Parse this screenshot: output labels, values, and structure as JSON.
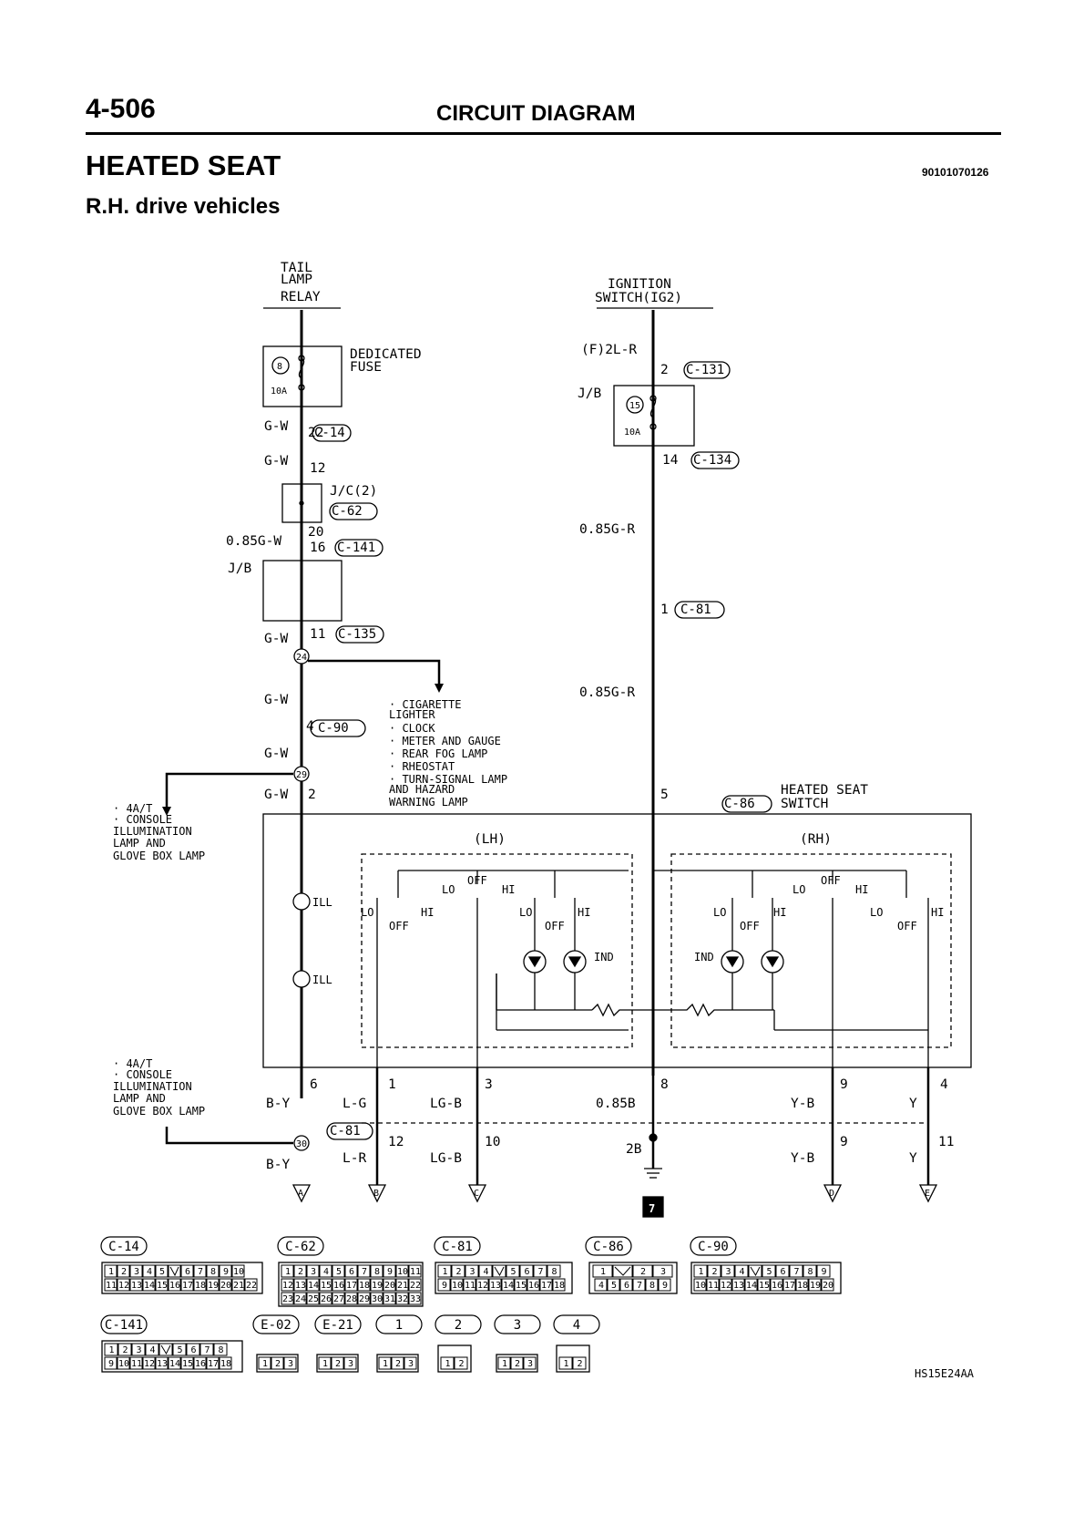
{
  "header": {
    "page_number": "4-506",
    "section_title": "CIRCUIT DIAGRAM",
    "title": "HEATED SEAT",
    "subtitle": "R.H. drive vehicles",
    "doc_number": "90101070126"
  },
  "labels": {
    "tail_lamp_relay": [
      "TAIL",
      "LAMP",
      "RELAY"
    ],
    "ignition_switch": [
      "IGNITION",
      "SWITCH(IG2)"
    ],
    "dedicated_fuse": [
      "DEDICATED",
      "FUSE"
    ],
    "fuse_left_no": "8",
    "fuse_left_rating": "10A",
    "fuse_right_no": "15",
    "fuse_right_rating": "10A",
    "jb": "J/B",
    "jc2": "J/C(2)",
    "heated_seat_switch": [
      "HEATED SEAT",
      "SWITCH"
    ],
    "lh": "(LH)",
    "rh": "(RH)",
    "lo": "LO",
    "hi": "HI",
    "off": "OFF",
    "ind": "IND",
    "ill": "ILL",
    "ground_no": "7",
    "ground_wire": "2B",
    "splice_24": "24",
    "splice_29": "29",
    "splice_30": "30",
    "feeds_list": [
      "· CIGARETTE",
      "  LIGHTER",
      "· CLOCK",
      "· METER AND GAUGE",
      "· REAR FOG LAMP",
      "· RHEOSTAT",
      "· TURN-SIGNAL LAMP",
      "  AND HAZARD",
      "  WARNING LAMP"
    ],
    "console_top": [
      "· 4A/T",
      "· CONSOLE",
      "  ILLUMINATION",
      "  LAMP AND",
      "  GLOVE BOX LAMP"
    ],
    "console_bottom": [
      "· 4A/T",
      "· CONSOLE",
      "  ILLUMINATION",
      "  LAMP AND",
      "  GLOVE BOX LAMP"
    ],
    "figure_code": "HS15E24AA"
  },
  "wires": {
    "gw": "G-W",
    "gw085": "0.85G-W",
    "f2lr": "(F)2L-R",
    "gr085": "0.85G-R",
    "by": "B-Y",
    "lg": "L-G",
    "lr": "L-R",
    "lgb": "LG-B",
    "b085": "0.85B",
    "yb": "Y-B",
    "y": "Y"
  },
  "pins": {
    "p22": "22",
    "p12": "12",
    "p20": "20",
    "p16": "16",
    "p11": "11",
    "p4": "4",
    "p2": "2",
    "r2": "2",
    "r14": "14",
    "r1": "1",
    "r5": "5",
    "b6": "6",
    "b1": "1",
    "b3": "3",
    "b8": "8",
    "b9": "9",
    "b4": "4",
    "c12": "12",
    "c10": "10",
    "c9": "9",
    "c11": "11"
  },
  "connectors": {
    "c14": "C-14",
    "c62": "C-62",
    "c141": "C-141",
    "c135": "C-135",
    "c90": "C-90",
    "c131": "C-131",
    "c134": "C-134",
    "c81": "C-81",
    "c86": "C-86",
    "e02": "E-02",
    "e21": "E-21",
    "n1": "1",
    "n2": "2",
    "n3": "3",
    "n4": "4"
  },
  "destinations": [
    "A",
    "B",
    "C",
    "D",
    "E"
  ],
  "connector_faces": {
    "c14_top": [
      "1",
      "2",
      "3",
      "4",
      "5",
      "",
      "6",
      "7",
      "8",
      "9",
      "10"
    ],
    "c14_bot": [
      "11",
      "12",
      "13",
      "14",
      "15",
      "16",
      "17",
      "18",
      "19",
      "20",
      "21",
      "22"
    ],
    "c62_r1": [
      "1",
      "2",
      "3",
      "4",
      "5",
      "6",
      "7",
      "8",
      "9",
      "10",
      "11"
    ],
    "c62_r2": [
      "12",
      "13",
      "14",
      "15",
      "16",
      "17",
      "18",
      "19",
      "20",
      "21",
      "22"
    ],
    "c62_r3": [
      "23",
      "24",
      "25",
      "26",
      "27",
      "28",
      "29",
      "30",
      "31",
      "32",
      "33"
    ],
    "c81_top": [
      "1",
      "2",
      "3",
      "4",
      "",
      "5",
      "6",
      "7",
      "8"
    ],
    "c81_bot": [
      "9",
      "10",
      "11",
      "12",
      "13",
      "14",
      "15",
      "16",
      "17",
      "18"
    ],
    "c86_top": [
      "1",
      "",
      "2",
      "3"
    ],
    "c86_bot": [
      "4",
      "5",
      "6",
      "7",
      "8",
      "9"
    ],
    "c90_top": [
      "1",
      "2",
      "3",
      "4",
      "",
      "5",
      "6",
      "7",
      "8",
      "9"
    ],
    "c90_bot": [
      "10",
      "11",
      "12",
      "13",
      "14",
      "15",
      "16",
      "17",
      "18",
      "19",
      "20"
    ],
    "c141_top": [
      "1",
      "2",
      "3",
      "4",
      "",
      "5",
      "6",
      "7",
      "8"
    ],
    "c141_bot": [
      "9",
      "10",
      "11",
      "12",
      "13",
      "14",
      "15",
      "16",
      "17",
      "18"
    ],
    "e02": [
      "1",
      "2",
      "3"
    ],
    "e21": [
      "1",
      "2",
      "3"
    ],
    "p1": [
      "1",
      "2",
      "3"
    ],
    "p2": [
      "1",
      "2"
    ],
    "p3": [
      "1",
      "2",
      "3"
    ],
    "p4": [
      "1",
      "2"
    ]
  }
}
